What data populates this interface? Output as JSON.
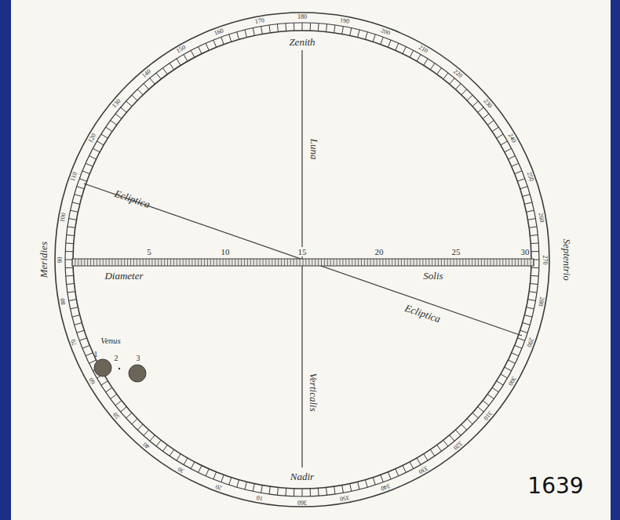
{
  "diagram": {
    "labels": [
      "Zenith",
      "Luna",
      "Ecliptica",
      "5",
      "10",
      "15",
      "20",
      "25",
      "30",
      "Diameter",
      "Solis",
      "Ecliptica",
      "Meridies",
      "Septentrio",
      "Venus",
      "1",
      "2",
      "3",
      "Verticalis",
      "Nadir",
      "1639",
      "10",
      "20",
      "30",
      "40",
      "50",
      "60",
      "70",
      "80",
      "90",
      "100",
      "110",
      "120",
      "130",
      "140",
      "150",
      "160",
      "170",
      "180",
      "190",
      "200",
      "210",
      "220",
      "230",
      "240",
      "250",
      "260",
      "270",
      "280",
      "290",
      "300",
      "310",
      "320",
      "330",
      "340",
      "350",
      "360"
    ]
  }
}
